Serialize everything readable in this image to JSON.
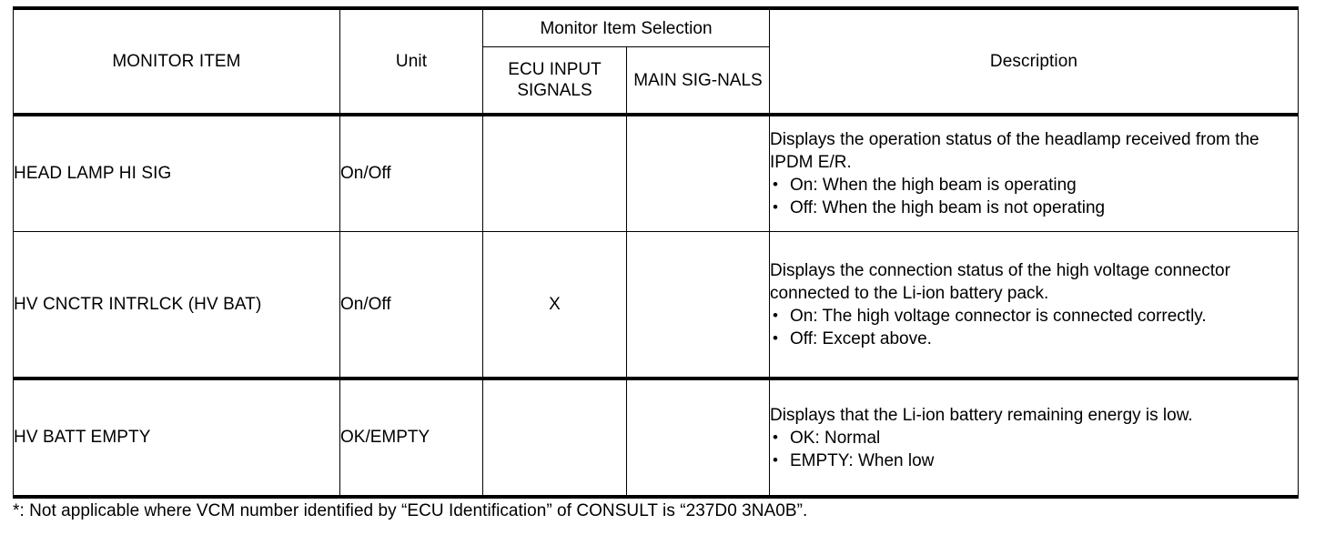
{
  "table": {
    "headers": {
      "monitor_item": "MONITOR ITEM",
      "unit": "Unit",
      "group": "Monitor Item Selection",
      "ecu_input_signals": "ECU INPUT SIGNALS",
      "main_signals": "MAIN SIG-NALS",
      "description": "Description"
    },
    "rows": [
      {
        "monitor_item": "HEAD LAMP HI SIG",
        "unit": "On/Off",
        "ecu_input_signals": "",
        "main_signals": "",
        "description_intro": "Displays the operation status of the headlamp received from the IPDM E/R.",
        "description_bullets": [
          "On: When the high beam is operating",
          "Off: When the high beam is not operating"
        ]
      },
      {
        "monitor_item": "HV CNCTR INTRLCK (HV BAT)",
        "unit": "On/Off",
        "ecu_input_signals": "X",
        "main_signals": "",
        "description_intro": "Displays the connection status of the high voltage connector connected to the Li-ion battery pack.",
        "description_bullets": [
          "On: The high voltage connector is connected correctly.",
          "Off: Except above."
        ]
      },
      {
        "monitor_item": "HV BATT EMPTY",
        "unit": "OK/EMPTY",
        "ecu_input_signals": "",
        "main_signals": "",
        "description_intro": "Displays that the Li-ion battery remaining energy is low.",
        "description_bullets": [
          "OK: Normal",
          "EMPTY: When low"
        ]
      }
    ]
  },
  "footnote": {
    "text": "*: Not applicable where VCM number identified by “ECU Identification” of CONSULT is “237D0 3NA0B”."
  },
  "icons": {
    "bullet": "•"
  },
  "colors": {
    "text": "#000000",
    "background": "#ffffff",
    "rule": "#000000"
  }
}
